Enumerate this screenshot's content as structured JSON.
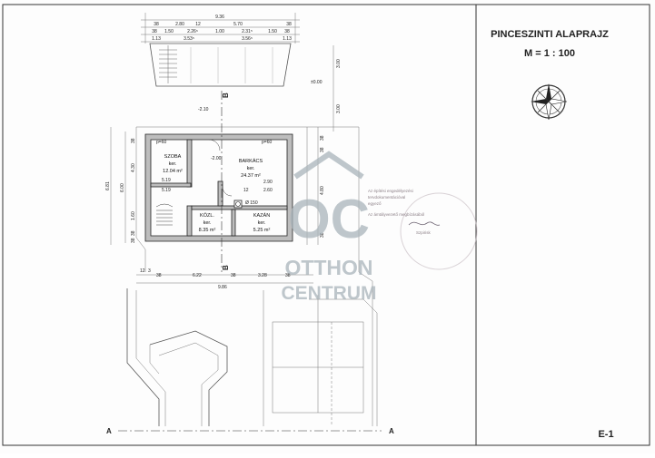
{
  "sheet": {
    "title": "PINCESZINTI ALAPRAJZ",
    "scale": "M = 1 : 100",
    "sheet_number": "E-1"
  },
  "rooms": [
    {
      "name": "SZOBA",
      "floor": "ker.",
      "area": "12.04 m²"
    },
    {
      "name": "BARKÁCS",
      "floor": "ker.",
      "area": "24.37 m²"
    },
    {
      "name": "KÖZL.",
      "floor": "ker.",
      "area": "8.35 m²"
    },
    {
      "name": "KAZÁN",
      "floor": "ker.",
      "area": "5.25 m²"
    }
  ],
  "top_dimensions": {
    "row1": [
      "9.36"
    ],
    "row2": [
      "38",
      "2.80",
      "12",
      "5.70",
      "38"
    ],
    "row3": [
      "38",
      "1.50",
      "2.26⁵",
      "1.00",
      "2.31⁵",
      "1.50",
      "38"
    ],
    "row4": [
      "1.13",
      "3.53⁵",
      "3.56⁵",
      "1.13"
    ]
  },
  "side_dimensions": {
    "left": [
      "6.81",
      "6.00",
      "4.30",
      "1.60",
      "38",
      "38",
      "38"
    ],
    "right": [
      "3.00",
      "3.00",
      "38",
      "38",
      "4.80",
      "38"
    ]
  },
  "interior_labels": [
    "-2.10",
    "±0.00",
    "-2.00",
    "5.19",
    "5.19",
    "2.90",
    "2.60",
    "12",
    "Ø 150",
    "p=60"
  ],
  "bottom_dimensions": [
    "12",
    "3",
    "38",
    "6.22",
    "38",
    "3.28",
    "38",
    "9.86"
  ],
  "section_markers": [
    "B",
    "B",
    "A",
    "A"
  ],
  "watermark": {
    "logo": "OC",
    "line1": "OTTHON",
    "line2": "CENTRUM"
  },
  "stamp_text": [
    "Az építési engedélyezési",
    "tervdokumentációval",
    "egyező",
    "Az ámtályvezető megbízásából",
    "Szpirisk"
  ],
  "colors": {
    "watermark": "#a9b4bb",
    "stamp": "#8b7f86",
    "wall": "#bdbdbd",
    "line": "#555555"
  },
  "icons": [
    "compass-rose-icon"
  ]
}
